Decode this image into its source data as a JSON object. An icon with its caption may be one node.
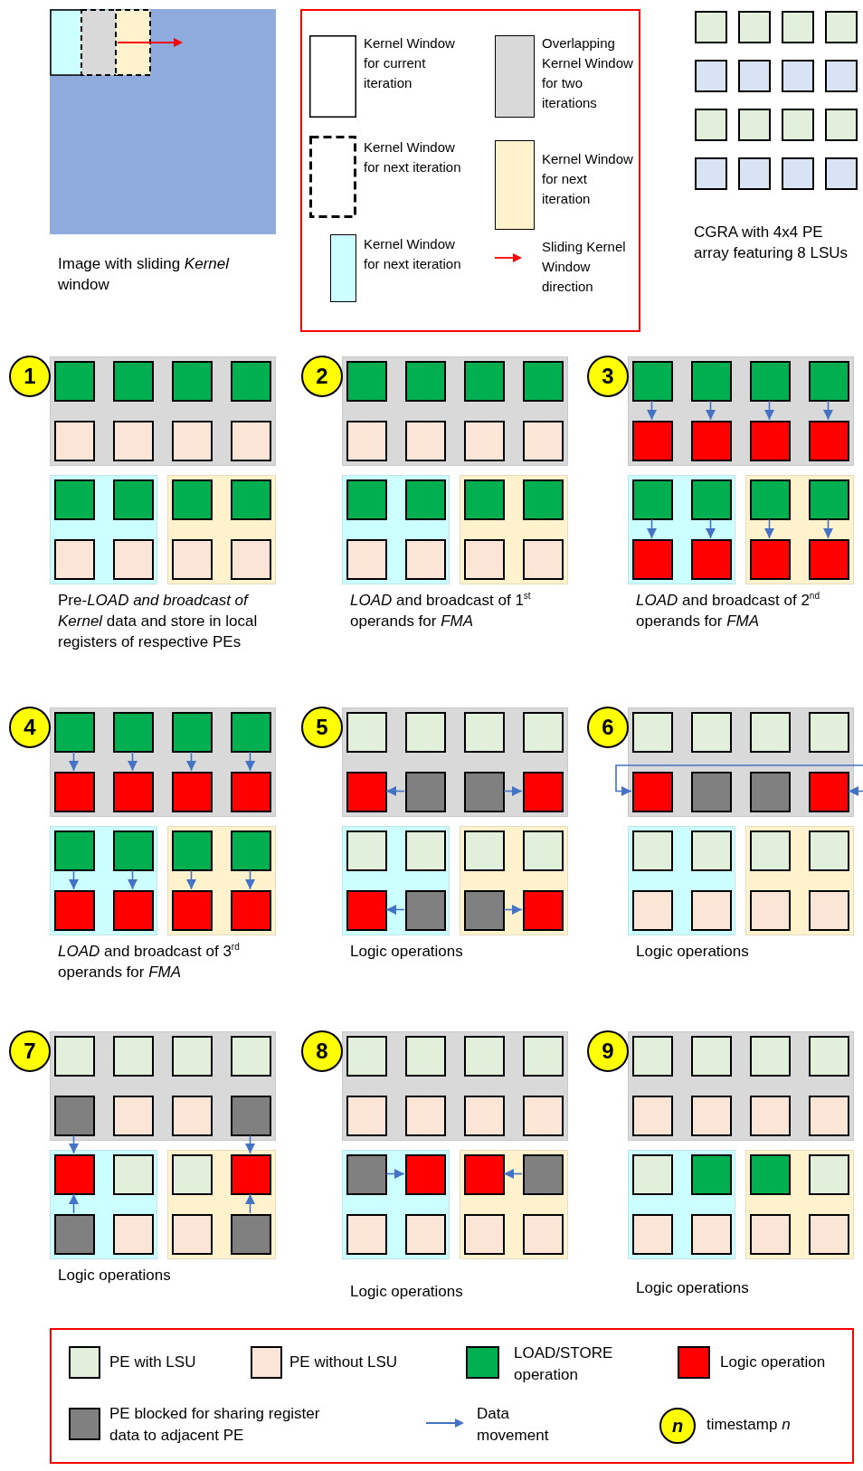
{
  "diagram": {
    "nodes": [
      {
        "text": [],
        "shape": "box"
      },
      {
        "text": [],
        "shape": "box"
      },
      {
        "text": [],
        "shape": "box"
      },
      {
        "text": [],
        "shape": "box"
      },
      {
        "text": [],
        "shape": "box"
      },
      {
        "text": [],
        "shape": "box"
      },
      {
        "text": [],
        "shape": "box"
      },
      {
        "text": [],
        "shape": "box"
      },
      {
        "text": [],
        "shape": "box"
      },
      {
        "text": [],
        "shape": "box"
      },
      {
        "text": [],
        "shape": "box"
      },
      {
        "text": [],
        "shape": "box"
      },
      {
        "text": [],
        "shape": "box"
      },
      {
        "text": [],
        "shape": "box"
      },
      {
        "text": [],
        "shape": "box"
      },
      {
        "text": [],
        "shape": "box"
      },
      {
        "text": [
          "1"
        ]
      },
      {
        "text": [],
        "shape": "box"
      },
      {
        "text": [],
        "shape": "box",
        "in": 17
      },
      {
        "text": [],
        "shape": "box",
        "in": 17
      },
      {
        "text": [],
        "shape": "box",
        "in": 17
      },
      {
        "text": [],
        "shape": "box",
        "in": 17
      },
      {
        "text": [],
        "shape": "box",
        "in": 17
      },
      {
        "text": [],
        "shape": "box",
        "in": 17
      },
      {
        "text": [],
        "shape": "box",
        "in": 17
      },
      {
        "text": [],
        "shape": "box",
        "in": 17
      },
      {
        "text": [],
        "shape": "box"
      },
      {
        "text": [],
        "shape": "box",
        "in": 26
      },
      {
        "text": [],
        "shape": "box",
        "in": 26
      },
      {
        "text": [],
        "shape": "box",
        "in": 26
      },
      {
        "text": [],
        "shape": "box",
        "in": 26
      },
      {
        "text": [],
        "shape": "box"
      },
      {
        "text": [],
        "shape": "box",
        "in": 31
      },
      {
        "text": [],
        "shape": "box",
        "in": 31
      },
      {
        "text": [],
        "shape": "box",
        "in": 31
      },
      {
        "text": [],
        "shape": "box",
        "in": 31
      },
      {
        "text": [
          "2"
        ]
      },
      {
        "text": [],
        "shape": "box"
      },
      {
        "text": [],
        "shape": "box",
        "in": 37
      },
      {
        "text": [],
        "shape": "box",
        "in": 37
      },
      {
        "text": [],
        "shape": "box",
        "in": 37
      },
      {
        "text": [],
        "shape": "box",
        "in": 37
      },
      {
        "text": [],
        "shape": "box",
        "in": 37
      },
      {
        "text": [],
        "shape": "box",
        "in": 37
      },
      {
        "text": [],
        "shape": "box",
        "in": 37
      },
      {
        "text": [],
        "shape": "box",
        "in": 37
      },
      {
        "text": [],
        "shape": "box"
      },
      {
        "text": [],
        "shape": "box",
        "in": 46
      },
      {
        "text": [],
        "shape": "box",
        "in": 46
      },
      {
        "text": [],
        "shape": "box",
        "in": 46
      },
      {
        "text": [],
        "shape": "box",
        "in": 46
      },
      {
        "text": [],
        "shape": "box"
      },
      {
        "text": [],
        "shape": "box",
        "in": 51
      },
      {
        "text": [],
        "shape": "box",
        "in": 51
      },
      {
        "text": [],
        "shape": "box",
        "in": 51
      },
      {
        "text": [],
        "shape": "box",
        "in": 51
      },
      {
        "text": [
          "3"
        ]
      },
      {
        "text": [],
        "shape": "box"
      },
      {
        "text": [],
        "shape": "box",
        "in": 57
      },
      {
        "text": [],
        "shape": "box",
        "in": 57
      },
      {
        "text": [],
        "shape": "box",
        "in": 57
      },
      {
        "text": [],
        "shape": "box",
        "in": 57
      },
      {
        "text": [],
        "shape": "box",
        "in": 57
      },
      {
        "text": [],
        "shape": "box",
        "in": 57
      },
      {
        "text": [],
        "shape": "box",
        "in": 57
      },
      {
        "text": [],
        "shape": "box",
        "in": 57
      },
      {
        "text": [],
        "shape": "box"
      },
      {
        "text": [],
        "shape": "box",
        "in": 66
      },
      {
        "text": [],
        "shape": "box",
        "in": 66
      },
      {
        "text": [],
        "shape": "box",
        "in": 66
      },
      {
        "text": [],
        "shape": "box",
        "in": 66
      },
      {
        "text": [],
        "shape": "box"
      },
      {
        "text": [],
        "shape": "box",
        "in": 71
      },
      {
        "text": [],
        "shape": "box",
        "in": 71
      },
      {
        "text": [],
        "shape": "box",
        "in": 71
      },
      {
        "text": [],
        "shape": "box",
        "in": 71
      },
      {
        "text": [
          "4"
        ]
      },
      {
        "text": [],
        "shape": "box"
      },
      {
        "text": [],
        "shape": "box",
        "in": 77
      },
      {
        "text": [],
        "shape": "box",
        "in": 77
      },
      {
        "text": [],
        "shape": "box",
        "in": 77
      },
      {
        "text": [],
        "shape": "box",
        "in": 77
      },
      {
        "text": [],
        "shape": "box",
        "in": 77
      },
      {
        "text": [],
        "shape": "box",
        "in": 77
      },
      {
        "text": [],
        "shape": "box",
        "in": 77
      },
      {
        "text": [],
        "shape": "box",
        "in": 77
      },
      {
        "text": [],
        "shape": "box"
      },
      {
        "text": [],
        "shape": "box",
        "in": 86
      },
      {
        "text": [],
        "shape": "box",
        "in": 86
      },
      {
        "text": [],
        "shape": "box",
        "in": 86
      },
      {
        "text": [],
        "shape": "box",
        "in": 86
      },
      {
        "text": [],
        "shape": "box"
      },
      {
        "text": [],
        "shape": "box",
        "in": 91
      },
      {
        "text": [],
        "shape": "box",
        "in": 91
      },
      {
        "text": [],
        "shape": "box",
        "in": 91
      },
      {
        "text": [],
        "shape": "box",
        "in": 91
      },
      {
        "text": [
          "5"
        ]
      },
      {
        "text": [],
        "shape": "box"
      },
      {
        "text": [],
        "shape": "box",
        "in": 97
      },
      {
        "text": [],
        "shape": "box",
        "in": 97
      },
      {
        "text": [],
        "shape": "box",
        "in": 97
      },
      {
        "text": [],
        "shape": "box",
        "in": 97
      },
      {
        "text": [],
        "shape": "box",
        "in": 97
      },
      {
        "text": [],
        "shape": "box",
        "in": 97
      },
      {
        "text": [],
        "shape": "box",
        "in": 97
      },
      {
        "text": [],
        "shape": "box",
        "in": 97
      },
      {
        "text": [],
        "shape": "box"
      },
      {
        "text": [],
        "shape": "box",
        "in": 106
      },
      {
        "text": [],
        "shape": "box",
        "in": 106
      },
      {
        "text": [],
        "shape": "box",
        "in": 106
      },
      {
        "text": [],
        "shape": "box",
        "in": 106
      },
      {
        "text": [],
        "shape": "box"
      },
      {
        "text": [],
        "shape": "box",
        "in": 111
      },
      {
        "text": [],
        "shape": "box",
        "in": 111
      },
      {
        "text": [],
        "shape": "box",
        "in": 111
      },
      {
        "text": [],
        "shape": "box",
        "in": 111
      },
      {
        "text": [
          "6"
        ]
      },
      {
        "text": [],
        "shape": "box"
      },
      {
        "text": [],
        "shape": "box",
        "in": 117
      },
      {
        "text": [],
        "shape": "box",
        "in": 117
      },
      {
        "text": [],
        "shape": "box",
        "in": 117
      },
      {
        "text": [],
        "shape": "box",
        "in": 117
      },
      {
        "text": [],
        "shape": "box",
        "in": 117
      },
      {
        "text": [],
        "shape": "box",
        "in": 117
      },
      {
        "text": [],
        "shape": "box",
        "in": 117
      },
      {
        "text": [],
        "shape": "box",
        "in": 117
      },
      {
        "text": [],
        "shape": "box"
      },
      {
        "text": [],
        "shape": "box",
        "in": 126
      },
      {
        "text": [],
        "shape": "box",
        "in": 126
      },
      {
        "text": [],
        "shape": "box",
        "in": 126
      },
      {
        "text": [],
        "shape": "box",
        "in": 126
      },
      {
        "text": [],
        "shape": "box"
      },
      {
        "text": [],
        "shape": "box",
        "in": 131
      },
      {
        "text": [],
        "shape": "box",
        "in": 131
      },
      {
        "text": [],
        "shape": "box",
        "in": 131
      },
      {
        "text": [],
        "shape": "box",
        "in": 131
      },
      {
        "text": [
          "7"
        ]
      },
      {
        "text": [],
        "shape": "box"
      },
      {
        "text": [],
        "shape": "box",
        "in": 137
      },
      {
        "text": [],
        "shape": "box",
        "in": 137
      },
      {
        "text": [],
        "shape": "box",
        "in": 137
      },
      {
        "text": [],
        "shape": "box",
        "in": 137
      },
      {
        "text": [],
        "shape": "box",
        "in": 137
      },
      {
        "text": [],
        "shape": "box",
        "in": 137
      },
      {
        "text": [],
        "shape": "box",
        "in": 137
      },
      {
        "text": [],
        "shape": "box",
        "in": 137
      },
      {
        "text": [],
        "shape": "box"
      },
      {
        "text": [],
        "shape": "box",
        "in": 146
      },
      {
        "text": [],
        "shape": "box",
        "in": 146
      },
      {
        "text": [],
        "shape": "box",
        "in": 146
      },
      {
        "text": [],
        "shape": "box",
        "in": 146
      },
      {
        "text": [],
        "shape": "box"
      },
      {
        "text": [],
        "shape": "box",
        "in": 151
      },
      {
        "text": [],
        "shape": "box",
        "in": 151
      },
      {
        "text": [],
        "shape": "box",
        "in": 151
      },
      {
        "text": [],
        "shape": "box",
        "in": 151
      },
      {
        "text": [
          "8"
        ]
      },
      {
        "text": [],
        "shape": "box"
      },
      {
        "text": [],
        "shape": "box",
        "in": 157
      },
      {
        "text": [],
        "shape": "box",
        "in": 157
      },
      {
        "text": [],
        "shape": "box",
        "in": 157
      },
      {
        "text": [],
        "shape": "box",
        "in": 157
      },
      {
        "text": [],
        "shape": "box",
        "in": 157
      },
      {
        "text": [],
        "shape": "box",
        "in": 157
      },
      {
        "text": [],
        "shape": "box",
        "in": 157
      },
      {
        "text": [],
        "shape": "box",
        "in": 157
      },
      {
        "text": [],
        "shape": "box"
      },
      {
        "text": [],
        "shape": "box",
        "in": 166
      },
      {
        "text": [],
        "shape": "box",
        "in": 166
      },
      {
        "text": [],
        "shape": "box",
        "in": 166
      },
      {
        "text": [],
        "shape": "box",
        "in": 166
      },
      {
        "text": [],
        "shape": "box"
      },
      {
        "text": [],
        "shape": "box",
        "in": 171
      },
      {
        "text": [],
        "shape": "box",
        "in": 171
      },
      {
        "text": [],
        "shape": "box",
        "in": 171
      },
      {
        "text": [],
        "shape": "box",
        "in": 171
      },
      {
        "text": [
          "9"
        ]
      },
      {
        "text": [],
        "shape": "box"
      },
      {
        "text": [],
        "shape": "box",
        "in": 177
      },
      {
        "text": [],
        "shape": "box",
        "in": 177
      },
      {
        "text": [],
        "shape": "box",
        "in": 177
      },
      {
        "text": [],
        "shape": "box",
        "in": 177
      },
      {
        "text": [],
        "shape": "box",
        "in": 177
      },
      {
        "text": [],
        "shape": "box",
        "in": 177
      },
      {
        "text": [],
        "shape": "box",
        "in": 177
      },
      {
        "text": [],
        "shape": "box",
        "in": 177
      },
      {
        "text": [],
        "shape": "box"
      },
      {
        "text": [],
        "shape": "box",
        "in": 186
      },
      {
        "text": [],
        "shape": "box",
        "in": 186
      },
      {
        "text": [],
        "shape": "box",
        "in": 186
      },
      {
        "text": [],
        "shape": "box",
        "in": 186
      },
      {
        "text": [],
        "shape": "box"
      },
      {
        "text": [],
        "shape": "box",
        "in": 191
      },
      {
        "text": [],
        "shape": "box",
        "in": 191
      },
      {
        "text": [],
        "shape": "box",
        "in": 191
      },
      {
        "text": [],
        "shape": "box",
        "in": 191
      }
    ],
    "edges": [
      {
        "from": 58,
        "to": 62,
        "arrow": "to"
      },
      {
        "from": 59,
        "to": 63,
        "arrow": "to"
      },
      {
        "from": 60,
        "to": 64,
        "arrow": "to"
      },
      {
        "from": 61,
        "to": 65,
        "arrow": "to"
      },
      {
        "from": 67,
        "to": 69,
        "arrow": "to"
      },
      {
        "from": 68,
        "to": 70,
        "arrow": "to"
      },
      {
        "from": 72,
        "to": 74,
        "arrow": "to"
      },
      {
        "from": 73,
        "to": 75,
        "arrow": "to"
      },
      {
        "from": 78,
        "to": 82,
        "arrow": "to"
      },
      {
        "from": 79,
        "to": 83,
        "arrow": "to"
      },
      {
        "from": 80,
        "to": 84,
        "arrow": "to"
      },
      {
        "from": 81,
        "to": 85,
        "arrow": "to"
      },
      {
        "from": 87,
        "to": 89,
        "arrow": "to"
      },
      {
        "from": 88,
        "to": 90,
        "arrow": "to"
      },
      {
        "from": 92,
        "to": 94,
        "arrow": "to"
      },
      {
        "from": 93,
        "to": 95,
        "arrow": "to"
      },
      {
        "from": 103,
        "to": 102,
        "arrow": "to"
      },
      {
        "from": 104,
        "to": 105,
        "arrow": "to"
      },
      {
        "from": 110,
        "to": 109,
        "arrow": "to"
      },
      {
        "from": 114,
        "to": 115,
        "arrow": "to"
      },
      {
        "from": null,
        "to": 122,
        "arrow": "to"
      },
      {
        "from": null,
        "to": 125,
        "arrow": "to"
      },
      {
        "from": 142,
        "to": 147,
        "arrow": "to"
      },
      {
        "from": 149,
        "to": 147,
        "arrow": "to"
      },
      {
        "from": 145,
        "to": 153,
        "arrow": "to"
      },
      {
        "from": 155,
        "to": 153,
        "arrow": "to"
      },
      {
        "from": 167,
        "to": 168,
        "arrow": "to"
      },
      {
        "from": 173,
        "to": 172,
        "arrow": "to"
      }
    ],
    "labels": [
      "Image with sliding *Kernel* window",
      "CGRA with 4x4 PE array featuring 8 LSUs",
      "Pre-*LOAD and broadcast of Kernel* data and store in local registers of respective PEs",
      "*LOAD* and broadcast of 1$^{st}$ operands for *FMA*",
      "*LOAD* and broadcast of 2$^{nd}$ operands for *FMA*",
      "*LOAD* and broadcast of 3$^{rd}$ operands for *FMA*",
      "Logic operations",
      "Logic operations",
      "Logic operations",
      "Logic operations",
      "Logic operations",
      "n"
    ],
    "legend": [
      {
        "text": "Kernel Window for current iteration"
      },
      {
        "text": "Overlapping Kernel Window for two iterations",
        "color": "#d9d9d9"
      },
      {
        "text": "Kernel Window for next iteration"
      },
      {
        "text": "Kernel Window for next iteration",
        "color": "#fff2cc"
      },
      {
        "text": "Kernel Window for next iteration",
        "color": "#ccffff"
      },
      {
        "text": "Sliding Kernel Window direction"
      },
      {
        "text": "PE with LSU",
        "color": "#e2efda"
      },
      {
        "text": "PE without LSU",
        "color": "#fbe5d6"
      },
      {
        "text": "LOAD/STORE operation",
        "color": "#00b050"
      },
      {
        "text": "Logic operation",
        "color": "#ff0000"
      },
      {
        "text": "PE blocked for sharing register data to adjacent PE",
        "color": "#808080"
      },
      {
        "text": "Data movement"
      },
      {
        "text": "timestamp *n*"
      }
    ]
  }
}
